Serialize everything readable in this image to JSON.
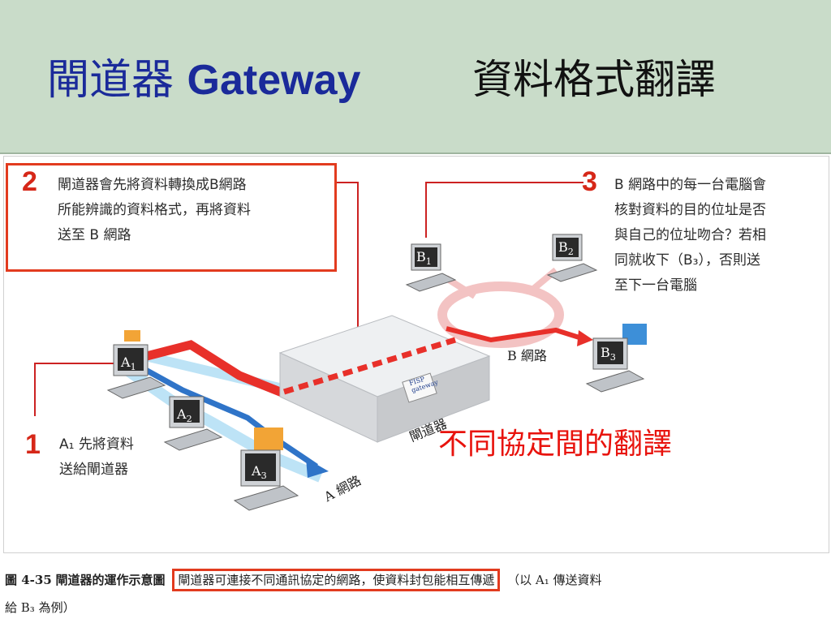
{
  "header": {
    "title_prefix": "閘道器",
    "title_english": "Gateway",
    "title_suffix": "資料格式翻譯"
  },
  "steps": [
    {
      "num": "2",
      "lines": [
        "閘道器會先將資料轉換成B網路",
        "所能辨識的資料格式，再將資料",
        "送至 B 網路"
      ]
    },
    {
      "num": "3",
      "lines": [
        "B 網路中的每一台電腦會",
        "核對資料的目的位址是否",
        "與自己的位址吻合？若相",
        "同就收下（B₃），否則送",
        "至下一台電腦"
      ]
    },
    {
      "num": "1",
      "lines": [
        "A₁ 先將資料",
        "送給閘道器"
      ]
    }
  ],
  "computers": {
    "a1": {
      "base": "A",
      "sub": "1"
    },
    "a2": {
      "base": "A",
      "sub": "2"
    },
    "a3": {
      "base": "A",
      "sub": "3"
    },
    "b1": {
      "base": "B",
      "sub": "1"
    },
    "b2": {
      "base": "B",
      "sub": "2"
    },
    "b3": {
      "base": "B",
      "sub": "3"
    }
  },
  "labels": {
    "b_network": "B 網路",
    "a_network": "A 網路",
    "gateway": "閘道器",
    "fisp_line1": "FISP",
    "fisp_line2": "gateway"
  },
  "caption_red": "不同協定間的翻譯",
  "footer": {
    "fig_label": "圖 4-35",
    "fig_title": "閘道器的運作示意圖",
    "boxed_text": "閘道器可連接不同通訊協定的網路，使資料封包能相互傳遞",
    "tail_text": "（以 A₁ 傳送資料",
    "line2": "給 B₃ 為例）"
  },
  "colors": {
    "title_blue": "#1a2a9a",
    "accent_red": "#e23b1f",
    "header_bg": "#c9dcc9",
    "path_red": "#e8302a",
    "path_blue": "#2f74c8"
  }
}
